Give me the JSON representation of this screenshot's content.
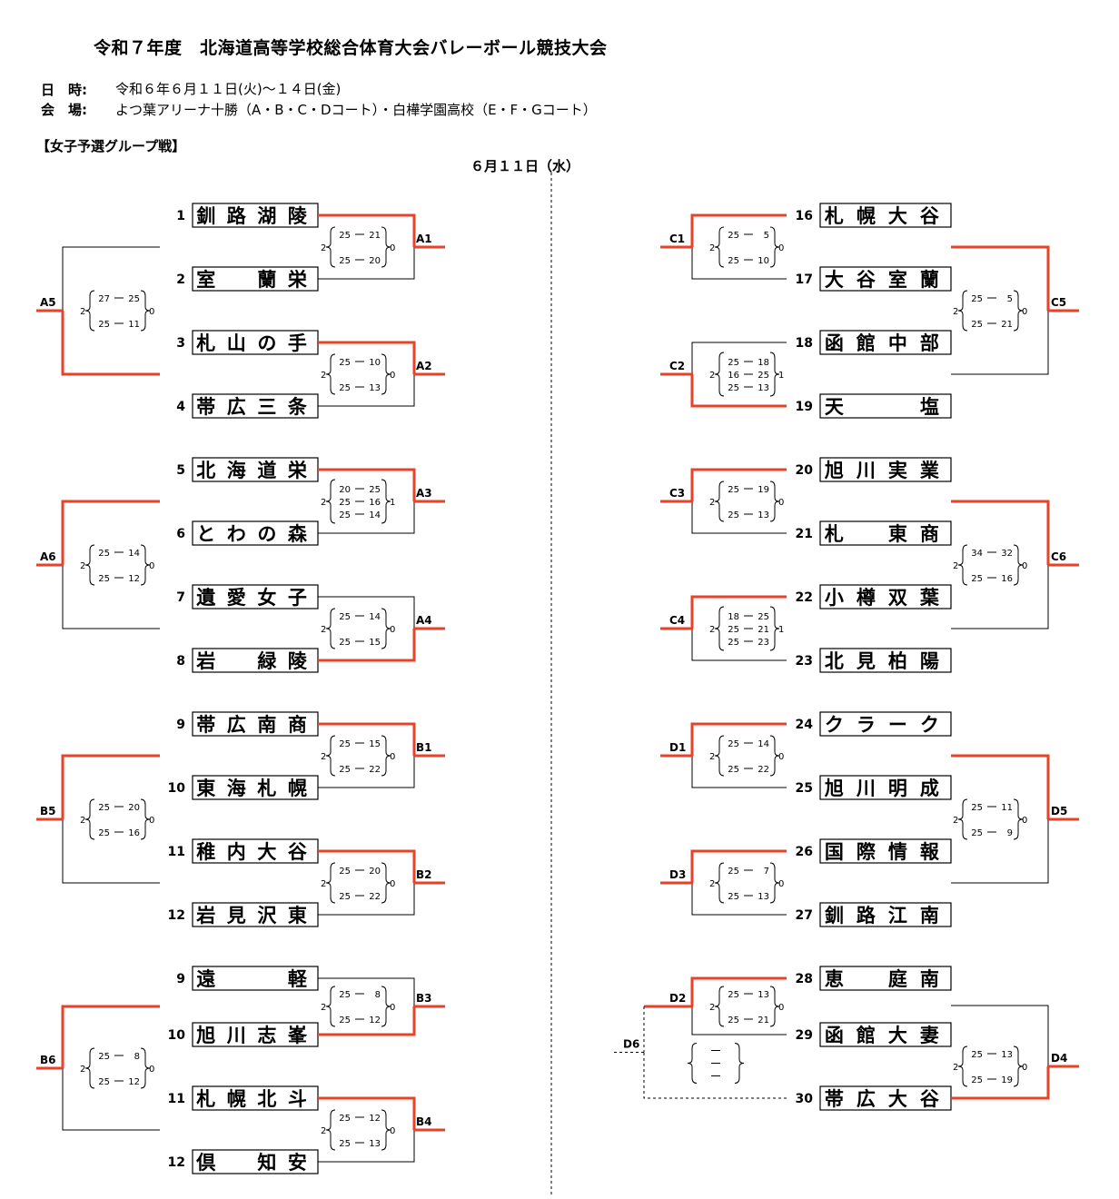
{
  "title": "令和７年度　北海道高等学校総合体育大会バレーボール競技大会",
  "schedule": {
    "date_label": "日　時:",
    "date_value": "令和６年６月１１日(火)～１４日(金)",
    "venue_label": "会　場:",
    "venue_value": "よつ葉アリーナ十勝（A・B・C・Dコート）・白樺学園高校（E・F・Gコート）"
  },
  "section_label": "【女子予選グループ戦】",
  "match_date": "６月１１日（水）",
  "colors": {
    "winner": "#e8432a",
    "line": "#000000"
  },
  "left": {
    "teams": [
      {
        "no": "1",
        "name": [
          "釧",
          "路",
          "湖",
          "陵"
        ]
      },
      {
        "no": "2",
        "name": [
          "室",
          "",
          "蘭",
          "栄"
        ]
      },
      {
        "no": "3",
        "name": [
          "札",
          "山",
          "の",
          "手"
        ]
      },
      {
        "no": "4",
        "name": [
          "帯",
          "広",
          "三",
          "条"
        ]
      },
      {
        "no": "5",
        "name": [
          "北",
          "海",
          "道",
          "栄"
        ]
      },
      {
        "no": "6",
        "name": [
          "と",
          "わ",
          "の",
          "森"
        ]
      },
      {
        "no": "7",
        "name": [
          "遺",
          "愛",
          "女",
          "子"
        ]
      },
      {
        "no": "8",
        "name": [
          "岩",
          "",
          "緑",
          "陵"
        ]
      },
      {
        "no": "9",
        "name": [
          "帯",
          "広",
          "南",
          "商"
        ]
      },
      {
        "no": "10",
        "name": [
          "東",
          "海",
          "札",
          "幌"
        ]
      },
      {
        "no": "11",
        "name": [
          "稚",
          "内",
          "大",
          "谷"
        ]
      },
      {
        "no": "12",
        "name": [
          "岩",
          "見",
          "沢",
          "東"
        ]
      },
      {
        "no": "9",
        "name": [
          "遠",
          "",
          "",
          "軽"
        ]
      },
      {
        "no": "10",
        "name": [
          "旭",
          "川",
          "志",
          "峯"
        ]
      },
      {
        "no": "11",
        "name": [
          "札",
          "幌",
          "北",
          "斗"
        ]
      },
      {
        "no": "12",
        "name": [
          "倶",
          "",
          "知",
          "安"
        ]
      }
    ],
    "first_round": [
      {
        "label": "A1",
        "sets": [
          [
            "25",
            "21"
          ],
          [
            "25",
            "20"
          ]
        ],
        "score_a": "2",
        "score_b": "0",
        "winner": "top"
      },
      {
        "label": "A2",
        "sets": [
          [
            "25",
            "10"
          ],
          [
            "25",
            "13"
          ]
        ],
        "score_a": "2",
        "score_b": "0",
        "winner": "top"
      },
      {
        "label": "A3",
        "sets": [
          [
            "20",
            "25"
          ],
          [
            "25",
            "16"
          ],
          [
            "25",
            "14"
          ]
        ],
        "score_a": "2",
        "score_b": "1",
        "winner": "top"
      },
      {
        "label": "A4",
        "sets": [
          [
            "25",
            "14"
          ],
          [
            "25",
            "15"
          ]
        ],
        "score_a": "2",
        "score_b": "0",
        "winner": "bottom"
      },
      {
        "label": "B1",
        "sets": [
          [
            "25",
            "15"
          ],
          [
            "25",
            "22"
          ]
        ],
        "score_a": "2",
        "score_b": "0",
        "winner": "top"
      },
      {
        "label": "B2",
        "sets": [
          [
            "25",
            "20"
          ],
          [
            "25",
            "22"
          ]
        ],
        "score_a": "2",
        "score_b": "0",
        "winner": "top"
      },
      {
        "label": "B3",
        "sets": [
          [
            "25",
            "8"
          ],
          [
            "25",
            "12"
          ]
        ],
        "score_a": "2",
        "score_b": "0",
        "winner": "bottom"
      },
      {
        "label": "B4",
        "sets": [
          [
            "25",
            "12"
          ],
          [
            "25",
            "13"
          ]
        ],
        "score_a": "2",
        "score_b": "0",
        "winner": "top"
      }
    ],
    "second_round": [
      {
        "label": "A5",
        "sets": [
          [
            "27",
            "25"
          ],
          [
            "25",
            "11"
          ]
        ],
        "score_a": "2",
        "score_b": "0",
        "winner": "bottom"
      },
      {
        "label": "A6",
        "sets": [
          [
            "25",
            "14"
          ],
          [
            "25",
            "12"
          ]
        ],
        "score_a": "2",
        "score_b": "0",
        "winner": "top"
      },
      {
        "label": "B5",
        "sets": [
          [
            "25",
            "20"
          ],
          [
            "25",
            "16"
          ]
        ],
        "score_a": "2",
        "score_b": "0",
        "winner": "top"
      },
      {
        "label": "B6",
        "sets": [
          [
            "25",
            "8"
          ],
          [
            "25",
            "12"
          ]
        ],
        "score_a": "2",
        "score_b": "0",
        "winner": "top"
      }
    ]
  },
  "right": {
    "teams": [
      {
        "no": "16",
        "name": [
          "札",
          "幌",
          "大",
          "谷"
        ]
      },
      {
        "no": "17",
        "name": [
          "大",
          "谷",
          "室",
          "蘭"
        ]
      },
      {
        "no": "18",
        "name": [
          "函",
          "館",
          "中",
          "部"
        ]
      },
      {
        "no": "19",
        "name": [
          "天",
          "",
          "",
          "塩"
        ]
      },
      {
        "no": "20",
        "name": [
          "旭",
          "川",
          "実",
          "業"
        ]
      },
      {
        "no": "21",
        "name": [
          "札",
          "",
          "東",
          "商"
        ]
      },
      {
        "no": "22",
        "name": [
          "小",
          "樽",
          "双",
          "葉"
        ]
      },
      {
        "no": "23",
        "name": [
          "北",
          "見",
          "柏",
          "陽"
        ]
      },
      {
        "no": "24",
        "name": [
          "ク",
          "ラ",
          "ー",
          "ク"
        ]
      },
      {
        "no": "25",
        "name": [
          "旭",
          "川",
          "明",
          "成"
        ]
      },
      {
        "no": "26",
        "name": [
          "国",
          "際",
          "情",
          "報"
        ]
      },
      {
        "no": "27",
        "name": [
          "釧",
          "路",
          "江",
          "南"
        ]
      },
      {
        "no": "28",
        "name": [
          "恵",
          "",
          "庭",
          "南"
        ]
      },
      {
        "no": "29",
        "name": [
          "函",
          "館",
          "大",
          "妻"
        ]
      },
      {
        "no": "30",
        "name": [
          "帯",
          "広",
          "大",
          "谷"
        ]
      }
    ],
    "first_round": [
      {
        "label": "C1",
        "sets": [
          [
            "25",
            "5"
          ],
          [
            "25",
            "10"
          ]
        ],
        "score_a": "2",
        "score_b": "0",
        "winner": "top"
      },
      {
        "label": "C2",
        "sets": [
          [
            "25",
            "18"
          ],
          [
            "16",
            "25"
          ],
          [
            "25",
            "13"
          ]
        ],
        "score_a": "2",
        "score_b": "1",
        "winner": "bottom"
      },
      {
        "label": "C3",
        "sets": [
          [
            "25",
            "19"
          ],
          [
            "25",
            "13"
          ]
        ],
        "score_a": "2",
        "score_b": "0",
        "winner": "top"
      },
      {
        "label": "C4",
        "sets": [
          [
            "18",
            "25"
          ],
          [
            "25",
            "21"
          ],
          [
            "25",
            "23"
          ]
        ],
        "score_a": "2",
        "score_b": "1",
        "winner": "top"
      },
      {
        "label": "D1",
        "sets": [
          [
            "25",
            "14"
          ],
          [
            "25",
            "22"
          ]
        ],
        "score_a": "2",
        "score_b": "0",
        "winner": "top"
      },
      {
        "label": "D3",
        "sets": [
          [
            "25",
            "7"
          ],
          [
            "25",
            "13"
          ]
        ],
        "score_a": "2",
        "score_b": "0",
        "winner": "top"
      },
      {
        "label": "D2",
        "sets": [
          [
            "25",
            "13"
          ],
          [
            "25",
            "21"
          ]
        ],
        "score_a": "2",
        "score_b": "0",
        "winner": "top"
      }
    ],
    "second_round": [
      {
        "label": "C5",
        "sets": [
          [
            "25",
            "5"
          ],
          [
            "25",
            "21"
          ]
        ],
        "score_a": "2",
        "score_b": "0",
        "winner": "top"
      },
      {
        "label": "C6",
        "sets": [
          [
            "34",
            "32"
          ],
          [
            "25",
            "16"
          ]
        ],
        "score_a": "2",
        "score_b": "0",
        "winner": "top"
      },
      {
        "label": "D5",
        "sets": [
          [
            "25",
            "11"
          ],
          [
            "25",
            "9"
          ]
        ],
        "score_a": "2",
        "score_b": "0",
        "winner": "top"
      },
      {
        "label": "D4",
        "sets": [
          [
            "25",
            "13"
          ],
          [
            "25",
            "19"
          ]
        ],
        "score_a": "2",
        "score_b": "0",
        "winner": "bottom"
      },
      {
        "label": "D6",
        "sets": [
          [
            "",
            ""
          ],
          [
            "",
            ""
          ],
          [
            "",
            ""
          ]
        ],
        "score_a": "",
        "score_b": "",
        "winner": "none"
      }
    ]
  }
}
